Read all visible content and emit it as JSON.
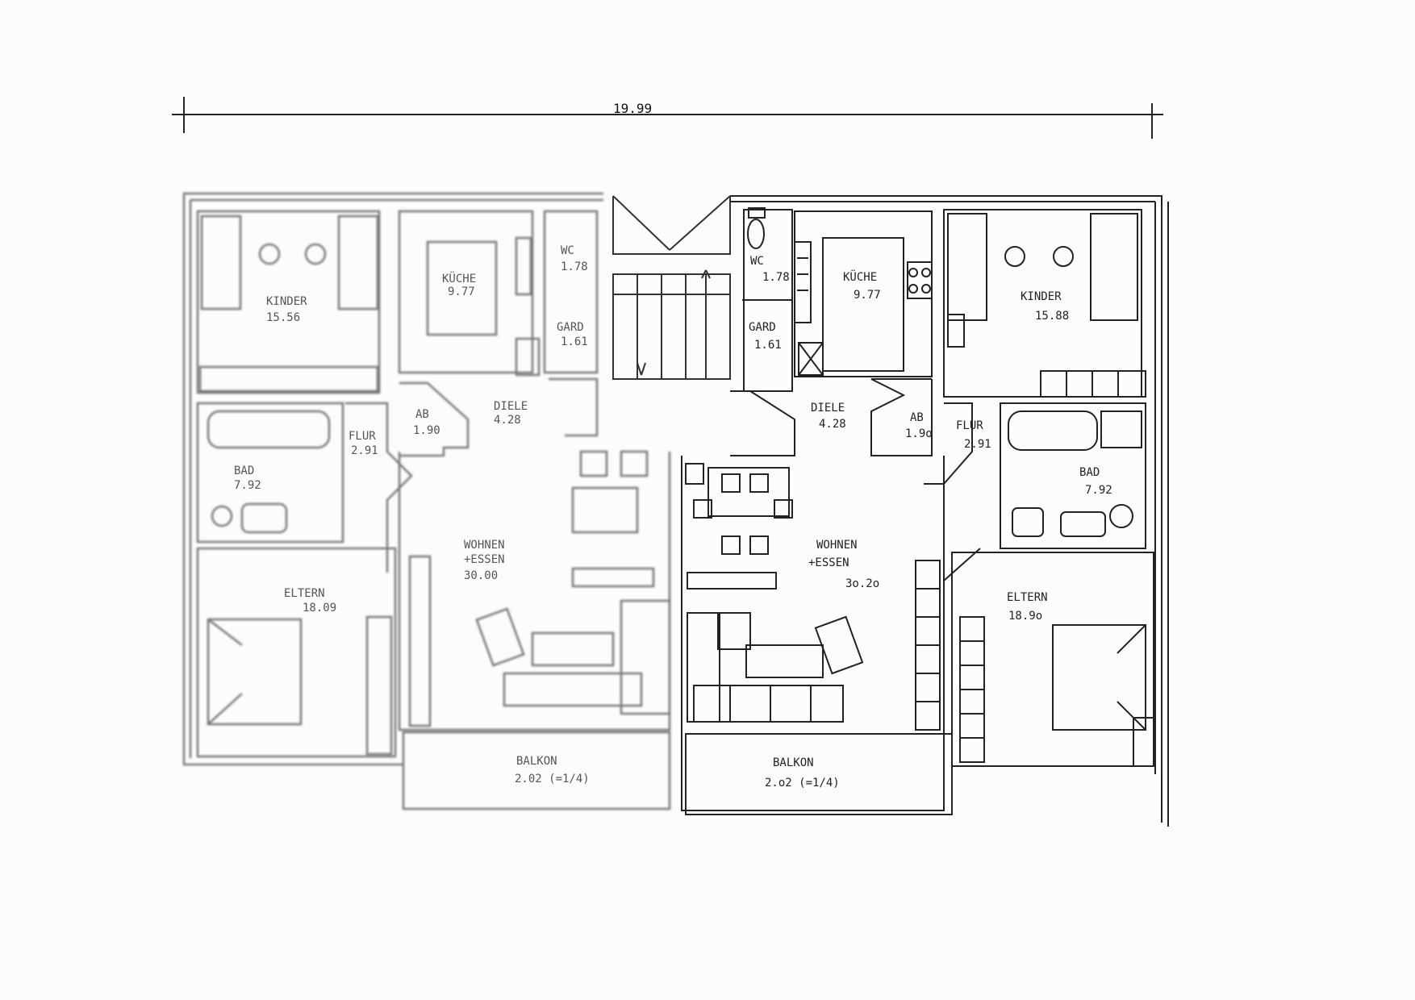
{
  "dimension": {
    "total_width": "19.99"
  },
  "left_unit": {
    "kinder": {
      "name": "KINDER",
      "area": "15.56"
    },
    "kueche": {
      "name": "KÜCHE",
      "area": "9.77"
    },
    "wc": {
      "name": "WC",
      "area": "1.78"
    },
    "gard": {
      "name": "GARD",
      "area": "1.61"
    },
    "diele": {
      "name": "DIELE",
      "area": "4.28"
    },
    "ab": {
      "name": "AB",
      "area": "1.90"
    },
    "flur": {
      "name": "FLUR",
      "area": "2.91"
    },
    "bad": {
      "name": "BAD",
      "area": "7.92"
    },
    "wohnen": {
      "name": "WOHNEN",
      "name2": "+ESSEN",
      "area": "30.00"
    },
    "eltern": {
      "name": "ELTERN",
      "area": "18.09"
    },
    "balkon": {
      "name": "BALKON",
      "area": "2.02 (=1/4)"
    }
  },
  "right_unit": {
    "wc": {
      "name": "WC",
      "area": "1.78"
    },
    "gard": {
      "name": "GARD",
      "area": "1.61"
    },
    "kueche": {
      "name": "KÜCHE",
      "area": "9.77"
    },
    "kinder": {
      "name": "KINDER",
      "area": "15.88"
    },
    "diele": {
      "name": "DIELE",
      "area": "4.28"
    },
    "ab": {
      "name": "AB",
      "area": "1.9o"
    },
    "flur": {
      "name": "FLUR",
      "area": "2.91"
    },
    "bad": {
      "name": "BAD",
      "area": "7.92"
    },
    "wohnen": {
      "name": "WOHNEN",
      "name2": "+ESSEN",
      "area": "3o.2o"
    },
    "eltern": {
      "name": "ELTERN",
      "area": "18.9o"
    },
    "balkon": {
      "name": "BALKON",
      "area": "2.o2 (=1/4)"
    }
  }
}
